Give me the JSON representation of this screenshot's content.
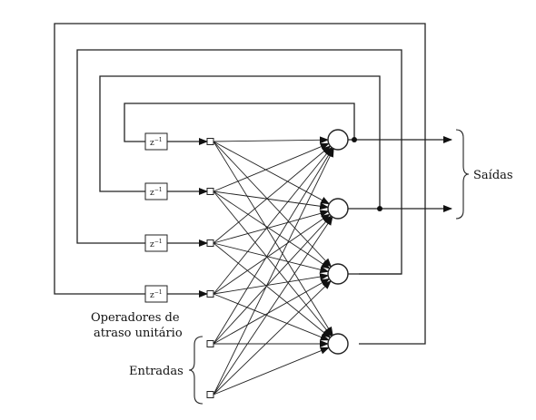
{
  "labels": {
    "outputs": "Saídas",
    "delay_ops_line1": "Operadores de",
    "delay_ops_line2": "atraso unitário",
    "inputs": "Entradas"
  },
  "delay_operator": {
    "base": "z",
    "exponent": "−1"
  },
  "structure": {
    "neurons": 4,
    "delay_operators": 4,
    "external_inputs": 2,
    "outputs": 2
  }
}
